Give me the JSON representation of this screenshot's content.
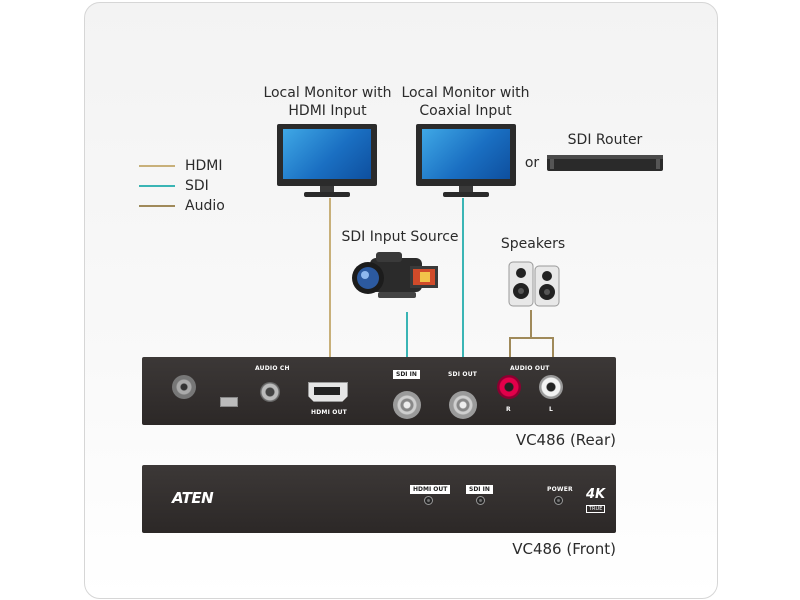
{
  "labels": {
    "monitor_hdmi": "Local Monitor with\nHDMI Input",
    "monitor_coax": "Local Monitor with\nCoaxial Input",
    "sdi_router": "SDI Router",
    "or": "or",
    "sdi_input_source": "SDI Input Source",
    "speakers": "Speakers"
  },
  "legend": [
    {
      "label": "HDMI",
      "color": "#c8b07a"
    },
    {
      "label": "SDI",
      "color": "#3ab5b5"
    },
    {
      "label": "Audio",
      "color": "#a08a5a"
    }
  ],
  "rear": {
    "caption": "VC486 (Rear)",
    "audio_ch": "AUDIO CH",
    "hdmi_out": "HDMI OUT",
    "sdi_in": "SDI IN",
    "sdi_out": "SDI OUT",
    "audio_out": "AUDIO OUT",
    "r": "R",
    "l": "L"
  },
  "front": {
    "caption": "VC486 (Front)",
    "brand": "ATEN",
    "hdmi_out": "HDMI OUT",
    "sdi_in": "SDI IN",
    "power": "POWER",
    "badge": "4K",
    "badge_sub": "TRUE"
  },
  "colors": {
    "hdmi": "#c8b07a",
    "sdi": "#3ab5b5",
    "audio": "#a08a5a"
  }
}
